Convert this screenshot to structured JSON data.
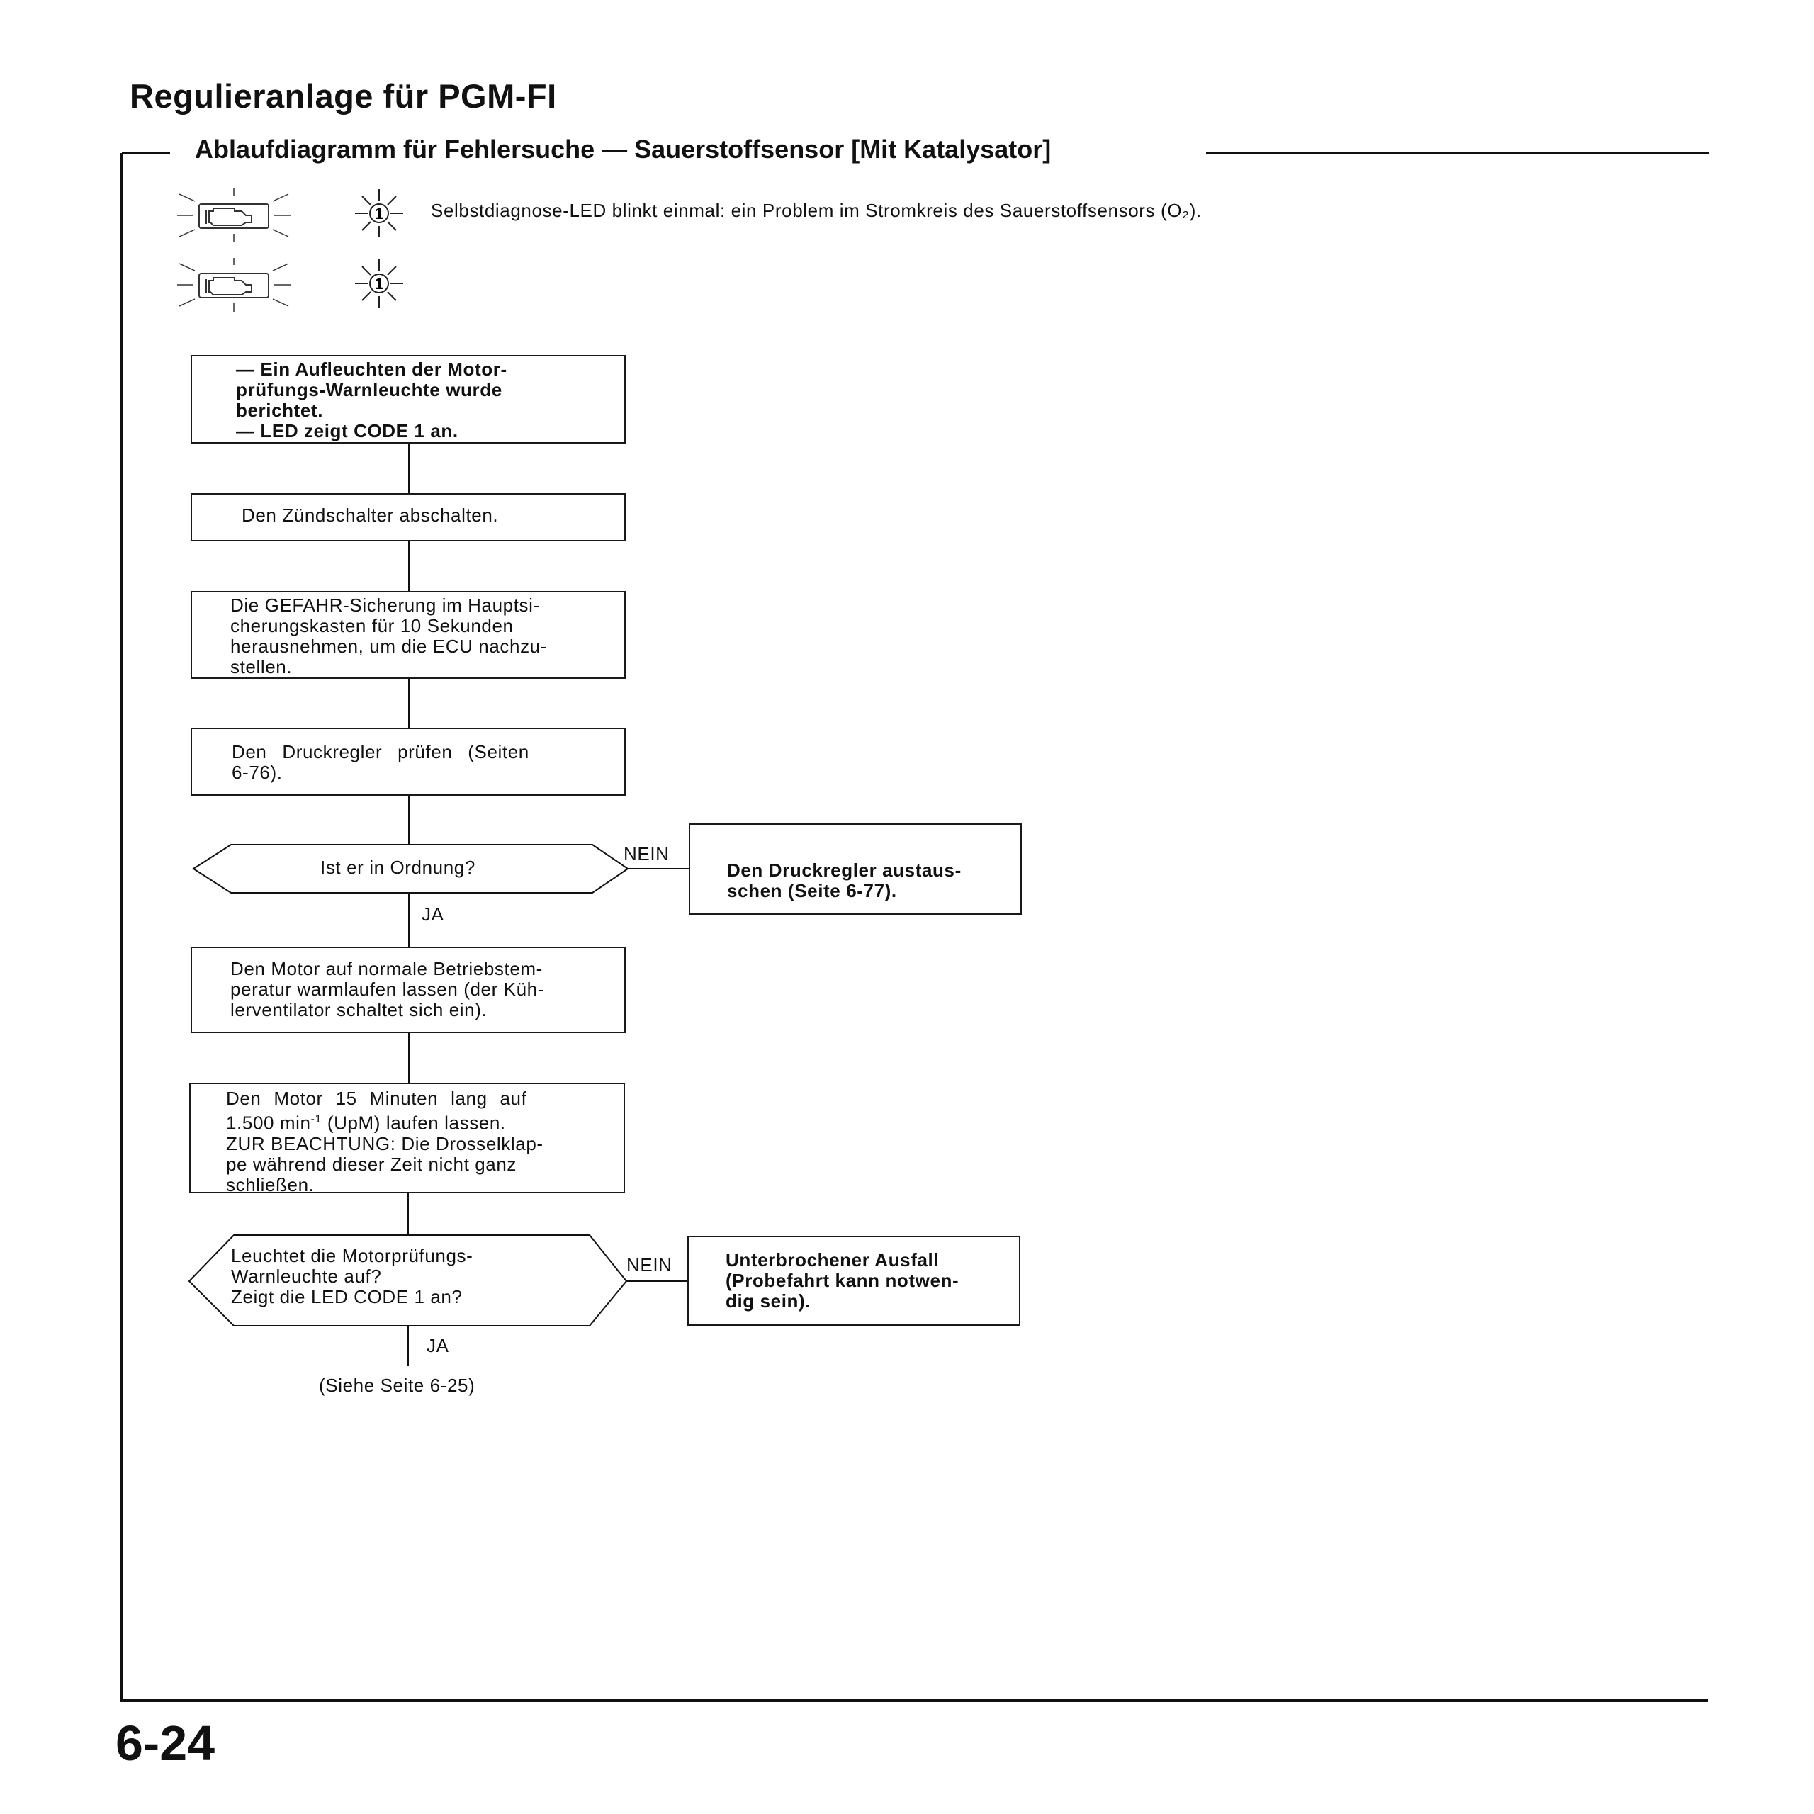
{
  "header": {
    "title": "Regulieranlage für PGM-FI",
    "section_title": "Ablaufdiagramm für Fehlersuche — Sauerstoffsensor  [Mit Katalysator]"
  },
  "legend": {
    "led_code": "1",
    "description": "Selbstdiagnose-LED blinkt einmal: ein Problem im Stromkreis des Sauerstoffsensors (O₂).",
    "icons": [
      "engine-warning-light-icon",
      "led-blink-icon"
    ]
  },
  "flow": {
    "step1": "— Ein Aufleuchten der Motor-\n   prüfungs-Warnleuchte wurde\n   berichtet.\n— LED zeigt CODE 1 an.",
    "step2": "Den Zündschalter abschalten.",
    "step3": "Die GEFAHR-Sicherung im Hauptsi-\ncherungskasten für 10 Sekunden\nherausnehmen, um die ECU nachzu-\nstellen.",
    "step4": "Den Druckregler prüfen (Seiten\n6-76).",
    "decision1": "Ist er in Ordnung?",
    "decision1_no": "NEIN",
    "decision1_yes": "JA",
    "result1": "Den Druckregler austaus-\nschen (Seite 6-77).",
    "step5": "Den Motor auf normale Betriebstem-\nperatur warmlaufen lassen (der Küh-\nlerventilator schaltet sich ein).",
    "step6_line1": "Den Motor 15 Minuten lang auf",
    "step6_line2_a": "1.500 min",
    "step6_line2_sup": "-1",
    "step6_line2_b": " (UpM) laufen lassen.",
    "step6_rest": "ZUR BEACHTUNG: Die Drosselklap-\npe während dieser Zeit nicht ganz\nschließen.",
    "decision2": "Leuchtet die Motorprüfungs-\nWarnleuchte auf?\nZeigt die LED CODE 1 an?",
    "decision2_no": "NEIN",
    "decision2_yes": "JA",
    "result2": "Unterbrochener Ausfall\n(Probefahrt kann notwen-\ndig sein).",
    "reference": "(Siehe Seite 6-25)"
  },
  "footer": {
    "page_number": "6-24"
  }
}
